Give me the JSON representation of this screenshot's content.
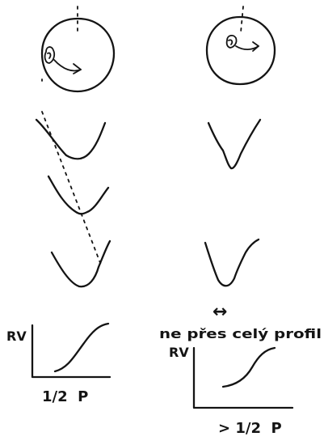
{
  "left_panel": {
    "graph": {
      "y_label": "RV",
      "x_label": "1/2  P"
    }
  },
  "right_panel": {
    "annotation_arrow": "↔",
    "annotation": "ne přes celý profil",
    "graph": {
      "y_label": "RV",
      "x_label": "> 1/2  P"
    }
  }
}
